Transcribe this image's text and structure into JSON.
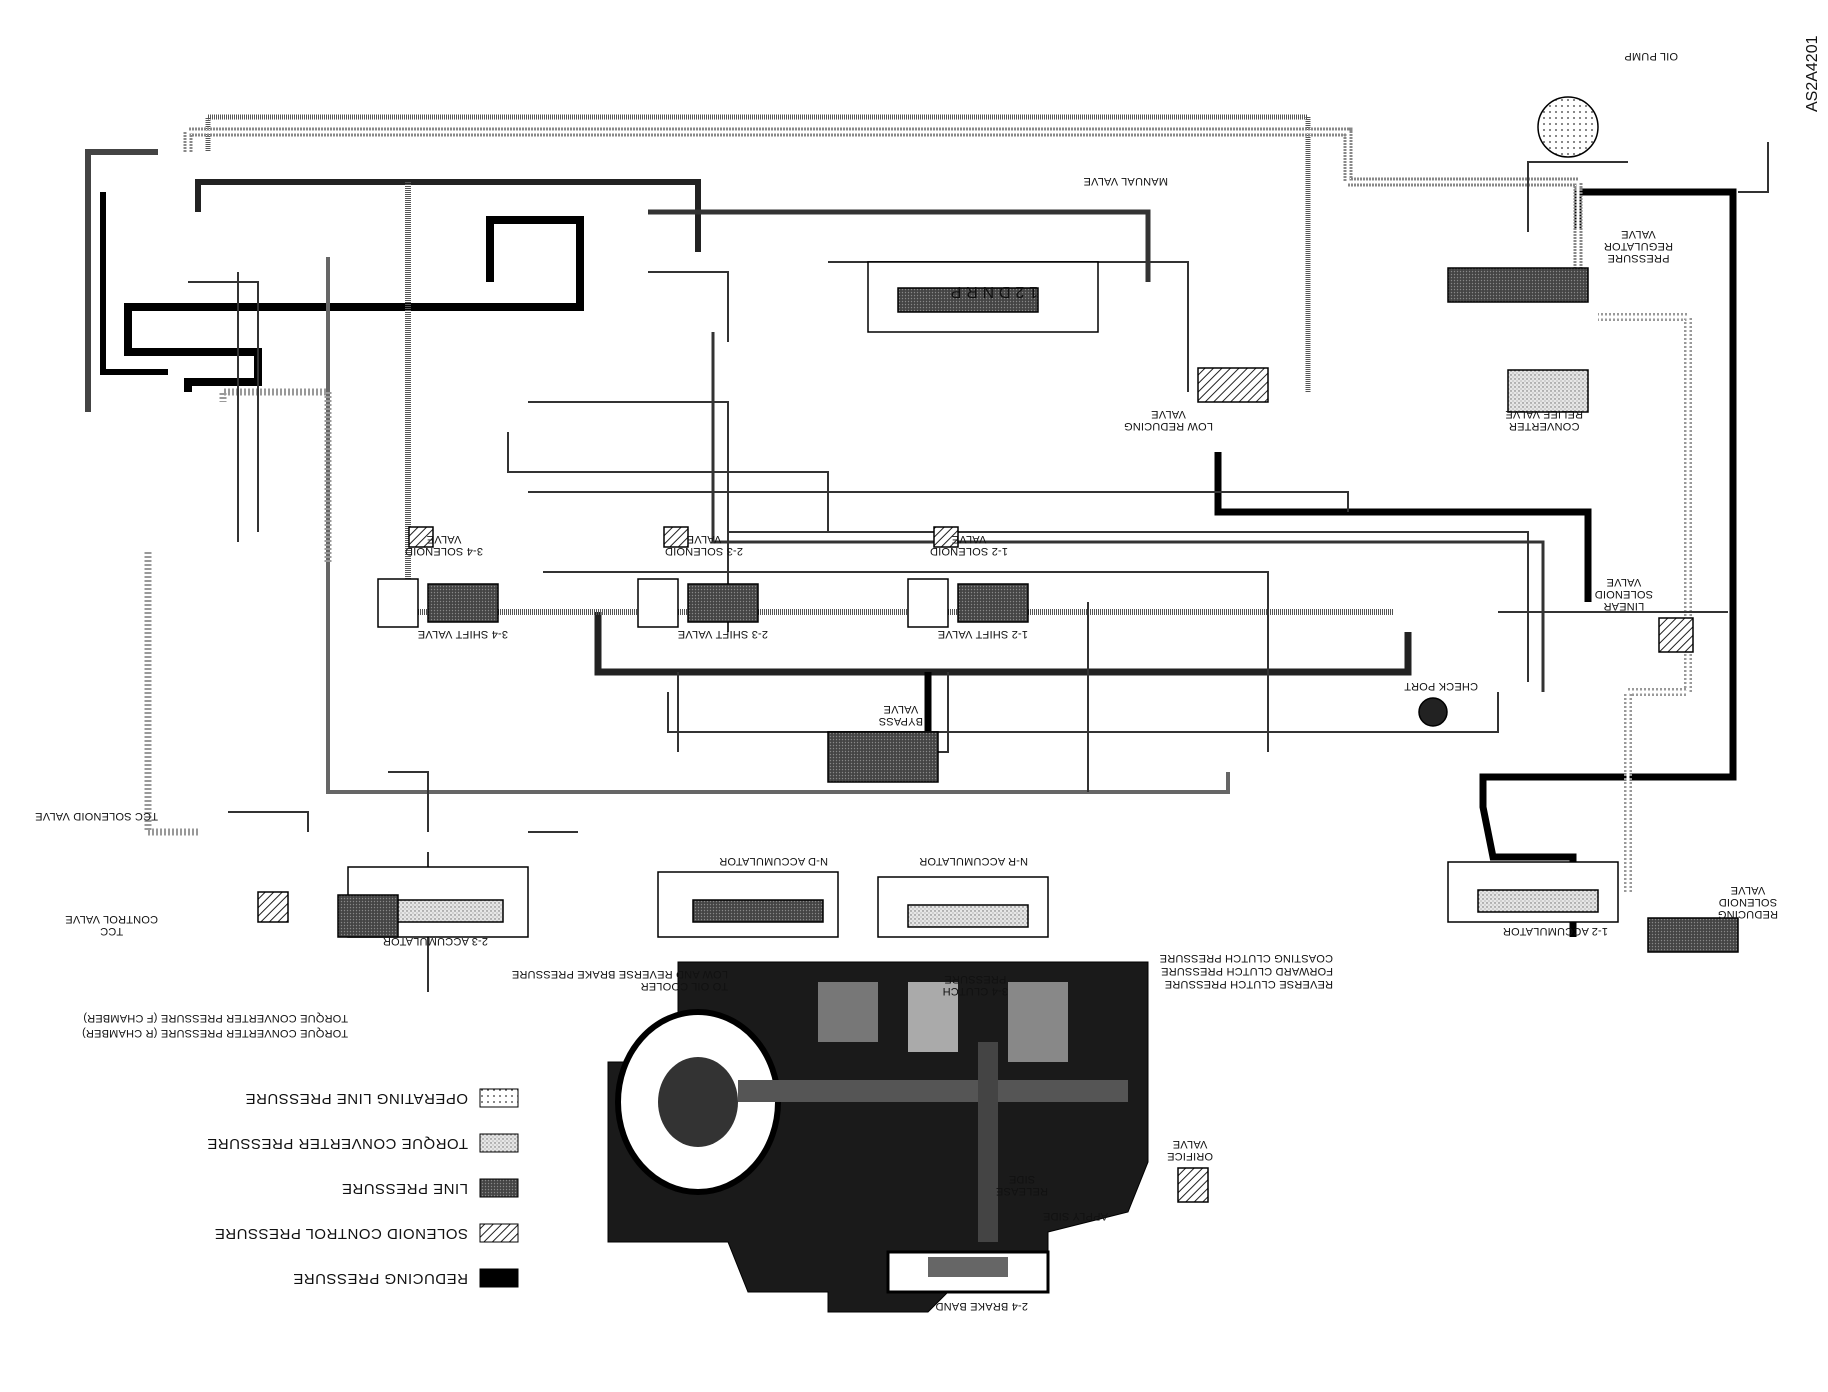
{
  "document_id": "AS2A4201",
  "legend": [
    {
      "label": "OPERATING LINE PRESSURE",
      "pattern": "dotted-light"
    },
    {
      "label": "TORQUE CONVERTER PRESSURE",
      "pattern": "stippled"
    },
    {
      "label": "LINE PRESSURE",
      "pattern": "dark-stipple"
    },
    {
      "label": "SOLENOID CONTROL PRESSURE",
      "pattern": "hatched"
    },
    {
      "label": "REDUCING PRESSURE",
      "pattern": "solid-black"
    }
  ],
  "components": {
    "oil_pump": "OIL PUMP",
    "manual_valve": "MANUAL VALVE",
    "manual_positions": "1 2 D N R P",
    "pressure_regulator": "PRESSURE\nREGULATOR\nVALVE",
    "low_reducing": "LOW REDUCING\nVALVE",
    "converter_relief": "CONVERTER\nRELIEF VALVE",
    "linear_solenoid": "LINEAR\nSOLENOID\nVALVE",
    "check_port": "CHECK PORT",
    "reducing_solenoid": "REDUCING\nSOLENOID\nVALVE",
    "sol_12": "1-2 SOLENOID\nVALVE",
    "sol_23": "2-3 SOLENOID\nVALVE",
    "sol_34": "3-4 SOLENOID\nVALVE",
    "shift_12": "1-2 SHIFT VALVE",
    "shift_23": "2-3 SHIFT VALVE",
    "shift_34": "3-4 SHIFT VALVE",
    "bypass": "BYPASS\nVALVE",
    "nd_acc": "N-D ACCUMULATOR",
    "nr_acc": "N-R ACCUMULATOR",
    "acc_12": "1-2 ACCUMULATOR",
    "acc_23": "2-3 ACCUMULATOR",
    "tcc_solenoid": "TCC SOLENOID VALVE",
    "tcc_control": "TCC\nCONTROL VALVE",
    "tc_f": "TORQUE CONVERTER PRESSURE (F CHAMBER)",
    "tc_r": "TORQUE CONVERTER PRESSURE (R CHAMBER)",
    "oil_cooler": "TO OIL COOLER",
    "low_reverse": "LOW AND REVERSE BRAKE PRESSURE",
    "clutch_34": "3-4 CLUTCH\nPRESSURE",
    "coasting": "COASTING CLUTCH PRESSURE",
    "forward": "FORWARD CLUTCH PRESSURE",
    "reverse": "REVERSE CLUTCH PRESSURE",
    "orifice": "ORIFICE\nVALVE",
    "release": "RELEASE\nSIDE",
    "apply": "APPLY SIDE",
    "brake_band": "2-4 BRAKE BAND"
  }
}
